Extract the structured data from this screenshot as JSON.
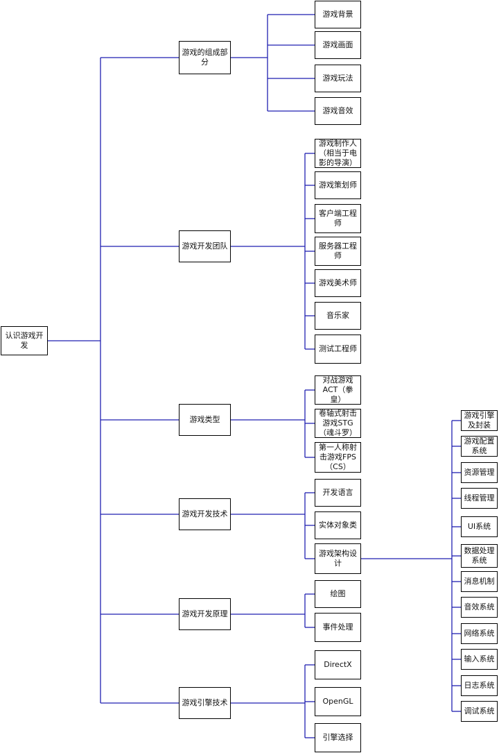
{
  "lineColor": "#1f1fb0",
  "root": "认识游戏开发",
  "categories": [
    {
      "key": "composition",
      "label": "游戏的组成部\n分",
      "items": [
        "游戏背景",
        "游戏画面",
        "游戏玩法",
        "游戏音效"
      ]
    },
    {
      "key": "team",
      "label": "游戏开发团队",
      "items": [
        "游戏制作人\n（相当于电\n影的导演）",
        "游戏策划师",
        "客户端工程\n师",
        "服务器工程\n师",
        "游戏美术师",
        "音乐家",
        "测试工程师"
      ]
    },
    {
      "key": "types",
      "label": "游戏类型",
      "items": [
        "对战游戏\nACT（拳\n皇）",
        "卷轴式射击\n游戏STG\n（魂斗罗）",
        "第一人称射\n击游戏FPS\n（CS）"
      ]
    },
    {
      "key": "tech",
      "label": "游戏开发技术",
      "items": [
        "开发语言",
        "实体对象类",
        "游戏架构设\n计"
      ]
    },
    {
      "key": "principle",
      "label": "游戏开发原理",
      "items": [
        "绘图",
        "事件处理"
      ]
    },
    {
      "key": "engine",
      "label": "游戏引擎技术",
      "items": [
        "DirectX",
        "OpenGL",
        "引擎选择"
      ]
    }
  ],
  "architecture": {
    "items": [
      "游戏引擎\n及封装",
      "游戏配置\n系统",
      "资源管理",
      "线程管理",
      "UI系统",
      "数据处理\n系统",
      "消息机制",
      "音效系统",
      "网络系统",
      "输入系统",
      "日志系统",
      "调试系统"
    ]
  }
}
